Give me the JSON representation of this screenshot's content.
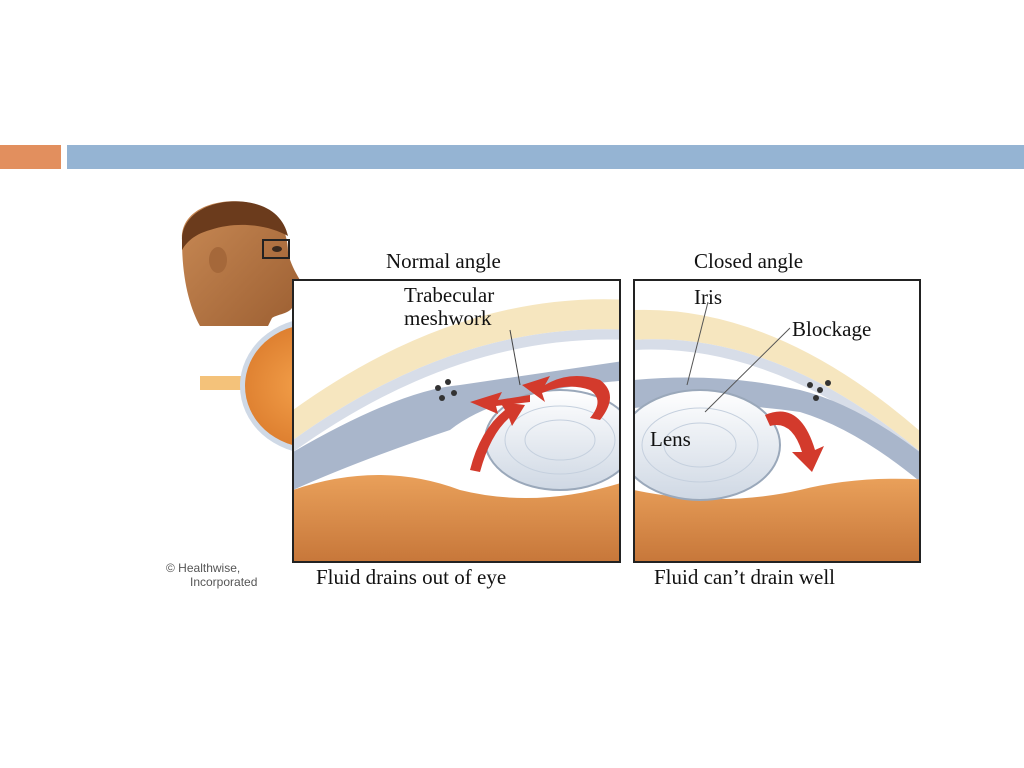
{
  "slide": {
    "accent_color": "#e28f5e",
    "header_bar_color": "#95b4d3"
  },
  "figure": {
    "left_panel": {
      "heading": "Normal angle",
      "label_meshwork_line1": "Trabecular",
      "label_meshwork_line2": "meshwork",
      "caption": "Fluid drains out of eye"
    },
    "right_panel": {
      "heading": "Closed angle",
      "label_iris": "Iris",
      "label_blockage": "Blockage",
      "label_lens": "Lens",
      "caption": "Fluid can’t drain well"
    },
    "credit_line1": "© Healthwise,",
    "credit_line2": "Incorporated",
    "icons": [
      "head-profile-icon",
      "eyeball-icon",
      "fluid-flow-arrow-icon"
    ]
  }
}
